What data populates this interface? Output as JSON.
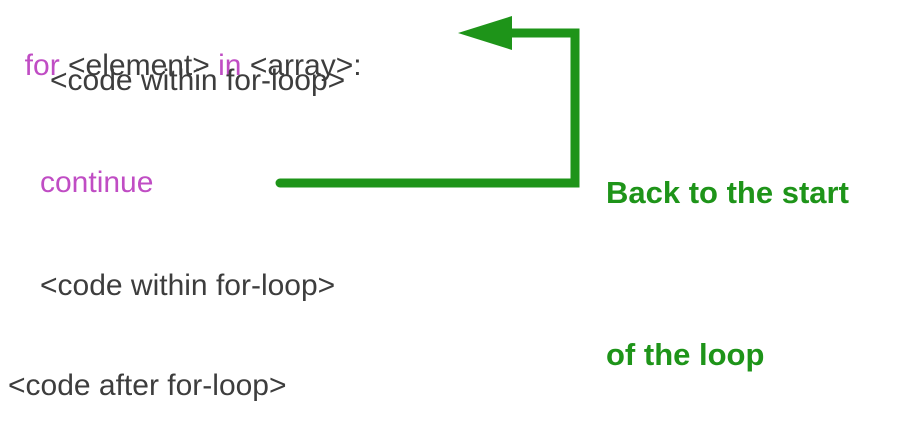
{
  "code": {
    "for_keyword": "for",
    "element": " <element> ",
    "in_keyword": "in",
    "array": " <array>:",
    "body_line_1": "<code within for-loop>",
    "continue_keyword": "continue",
    "body_line_2": "<code within for-loop>",
    "after_loop": "<code after for-loop>"
  },
  "annotation": {
    "line_1": "Back to the start",
    "line_2": "of the loop"
  },
  "colors": {
    "keyword": "#c04dc4",
    "code_text": "#3d3d3d",
    "arrow": "#1e9419",
    "annotation": "#1e9419"
  }
}
